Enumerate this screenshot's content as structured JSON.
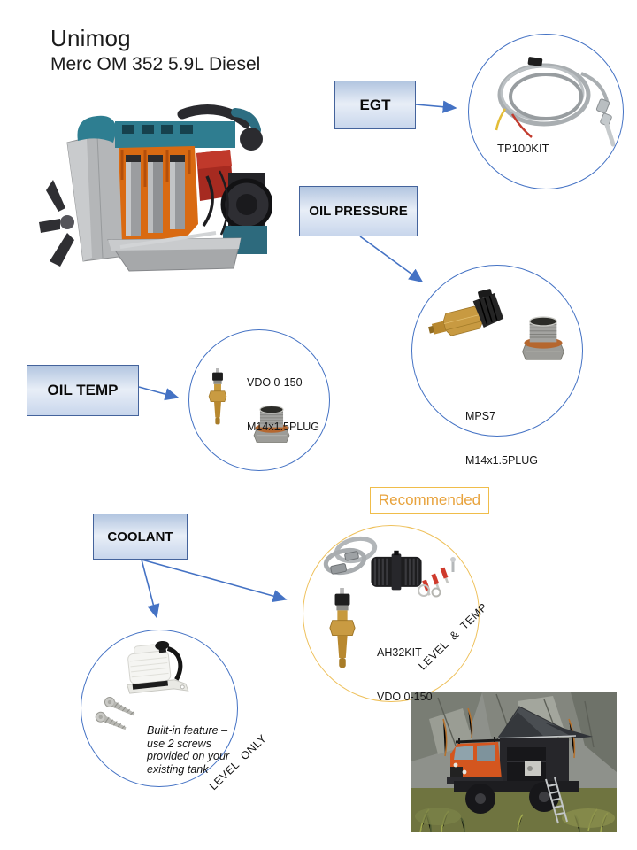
{
  "header": {
    "title": "Unimog",
    "subtitle": "Merc OM 352 5.9L Diesel"
  },
  "boxes": {
    "egt": "EGT",
    "oil_pressure": "OIL PRESSURE",
    "oil_temp": "OIL TEMP",
    "coolant": "COOLANT"
  },
  "recommended_label": "Recommended",
  "egt_circle": {
    "part": "TP100KIT"
  },
  "oil_pressure_circle": {
    "part": "MPS7",
    "thread": "M14x1.5PLUG"
  },
  "oil_temp_circle": {
    "part": "VDO 0-150",
    "thread": "M14x1.5PLUG"
  },
  "coolant_circle": {
    "part": "AH32KIT",
    "sensor": "VDO 0-150",
    "tag": "LEVEL  &  TEMP"
  },
  "tank_circle": {
    "note_line1": "Built-in feature –",
    "note_line2": "use 2 screws",
    "note_line3": "provided on your",
    "note_line4": "existing tank",
    "tag": "LEVEL  ONLY"
  },
  "colors": {
    "connector_blue": "#4472C4",
    "box_border_blue": "#44639C",
    "circle_gold": "#EEC05A",
    "recommended_text": "#E8A33D"
  }
}
